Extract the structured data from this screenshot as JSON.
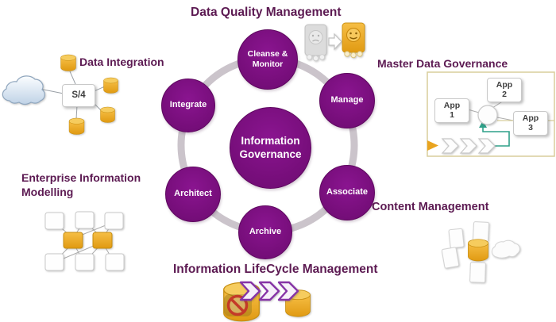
{
  "headings": {
    "data_quality": "Data Quality Management",
    "data_integration": "Data Integration",
    "master_data_governance": "Master Data Governance",
    "enterprise_information_modelling": "Enterprise Information Modelling",
    "content_management": "Content Management",
    "information_lifecycle": "Information LifeCycle Management"
  },
  "hub": {
    "label": "Information Governance"
  },
  "ring": {
    "nodes": [
      {
        "id": "cleanse-monitor",
        "label": "Cleanse & Monitor"
      },
      {
        "id": "manage",
        "label": "Manage"
      },
      {
        "id": "associate",
        "label": "Associate"
      },
      {
        "id": "archive",
        "label": "Archive"
      },
      {
        "id": "architect",
        "label": "Architect"
      },
      {
        "id": "integrate",
        "label": "Integrate"
      }
    ]
  },
  "data_integration": {
    "system_label": "S/4"
  },
  "master_data_governance": {
    "apps": [
      "App 1",
      "App 2",
      "App 3"
    ]
  },
  "icons": [
    "cloud-icon",
    "database-cylinder-icon",
    "dirty-data-box-icon",
    "clean-data-smiley-box-icon",
    "transform-arrow-icon",
    "app-hub-circle-icon",
    "process-chevrons-icon",
    "feedback-flow-arrow-icon",
    "network-model-boxes-icon",
    "document-page-icon",
    "content-cloud-icon",
    "blocked-archive-cylinder-icon",
    "lifecycle-chevrons-icon"
  ],
  "colors": {
    "circle_purple": "#7A0F7E",
    "heading_purple": "#5C1A52",
    "ring_gray": "#CBC4CB",
    "amber": "#EAA41F",
    "tan_frame": "#D8CE9C",
    "green_flow": "#2FA089",
    "chevron_purple": "#8633A6",
    "alert_red": "#C43A28"
  }
}
